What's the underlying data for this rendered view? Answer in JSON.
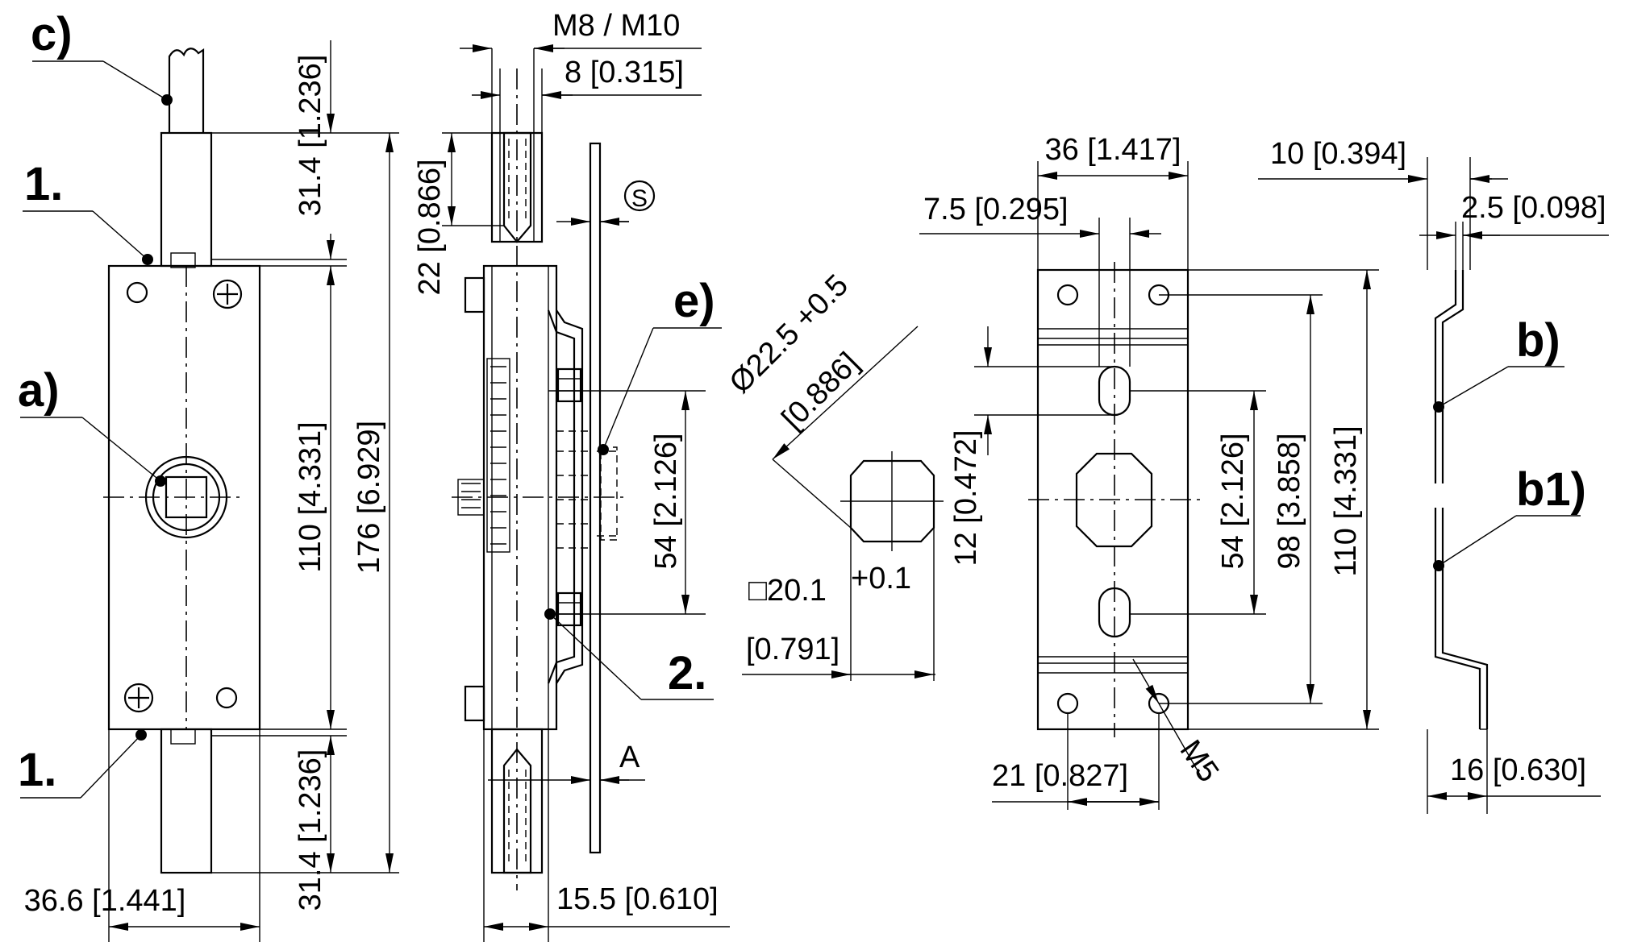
{
  "callouts": {
    "c": "c)",
    "one_top": "1.",
    "a": "a)",
    "one_bottom": "1.",
    "e": "e)",
    "two": "2.",
    "b": "b)",
    "b1": "b1)"
  },
  "front_view": {
    "top_ext": "31.4 [1.236]",
    "body_h": "110 [4.331]",
    "total_h": "176 [6.929]",
    "bottom_ext": "31.4 [1.236]",
    "width": "36.6 [1.441]"
  },
  "side_view": {
    "thread": "M8 / M10",
    "rod": "8 [0.315]",
    "bore_depth": "22 [0.866]",
    "s_mark": "S",
    "screw_pitch": "54 [2.126]",
    "a_mark": "A",
    "depth": "15.5 [0.610]"
  },
  "cutout_view": {
    "dia": "Ø22.5 +0.5",
    "dia_in": "[0.886]",
    "square": "□20.1",
    "square_tol": "+0.1",
    "square_in": "[0.791]"
  },
  "bracket_view": {
    "width": "36 [1.417]",
    "offset": "7.5 [0.295]",
    "slot": "12 [0.472]",
    "slot_pitch": "54 [2.126]",
    "slot_span": "98 [3.858]",
    "height": "110 [4.331]",
    "hole_x": "21 [0.827]",
    "thread": "M5"
  },
  "profile_view": {
    "top": "10 [0.394]",
    "sheet": "2.5 [0.098]",
    "bottom": "16 [0.630]"
  }
}
